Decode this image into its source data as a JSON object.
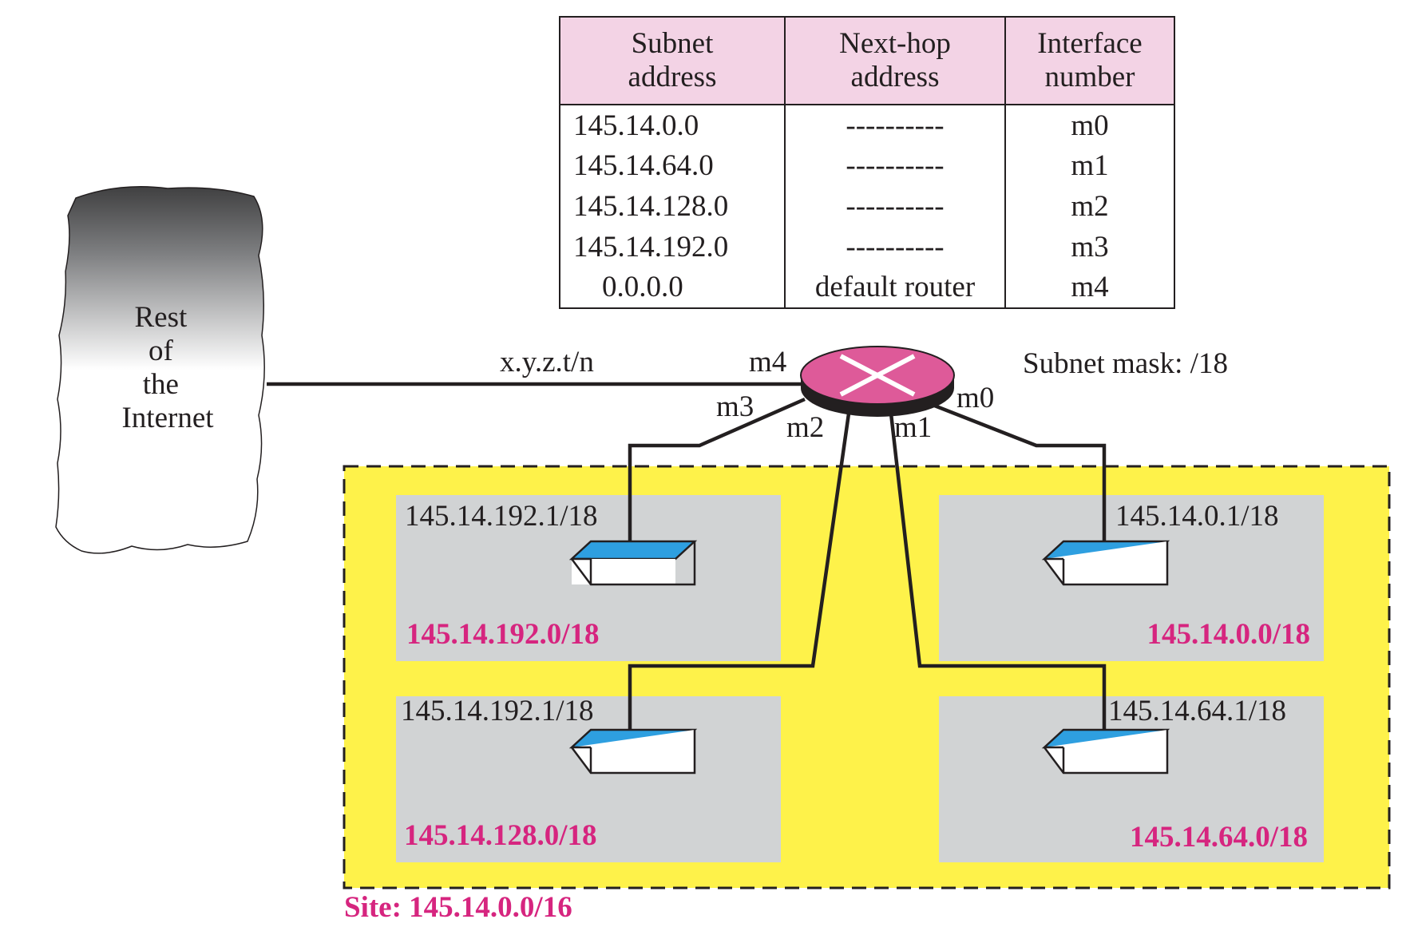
{
  "routing_table": {
    "headers": [
      [
        "Subnet",
        "address"
      ],
      [
        "Next-hop",
        "address"
      ],
      [
        "Interface",
        "number"
      ]
    ],
    "rows": [
      {
        "subnet": "145.14.0.0",
        "next_hop": "----------",
        "interface": "m0"
      },
      {
        "subnet": "145.14.64.0",
        "next_hop": "----------",
        "interface": "m1"
      },
      {
        "subnet": "145.14.128.0",
        "next_hop": "----------",
        "interface": "m2"
      },
      {
        "subnet": "145.14.192.0",
        "next_hop": "----------",
        "interface": "m3"
      },
      {
        "subnet": "0.0.0.0",
        "next_hop": "default router",
        "interface": "m4"
      }
    ]
  },
  "internet_cloud": {
    "lines": [
      "Rest",
      "of",
      "the",
      "Internet"
    ]
  },
  "link_label": "x.y.z.t/n",
  "subnet_mask_label": "Subnet mask: /18",
  "interfaces": {
    "m0": "m0",
    "m1": "m1",
    "m2": "m2",
    "m3": "m3",
    "m4": "m4"
  },
  "site_label": "Site: 145.14.0.0/16",
  "subnets": [
    {
      "id": "top-left",
      "host": "145.14.192.1/18",
      "network": "145.14.192.0/18"
    },
    {
      "id": "bottom-left",
      "host": "145.14.192.1/18",
      "network": "145.14.128.0/18"
    },
    {
      "id": "top-right",
      "host": "145.14.0.1/18",
      "network": "145.14.0.0/18"
    },
    {
      "id": "bottom-right",
      "host": "145.14.64.1/18",
      "network": "145.14.64.0/18"
    }
  ],
  "colors": {
    "site_fill": "#fef24a",
    "subnet_fill": "#d1d3d4",
    "router_fill": "#de5a99",
    "switch_top": "#2e9fe0",
    "network_label": "#d6257f",
    "table_header": "#f3d3e5"
  }
}
